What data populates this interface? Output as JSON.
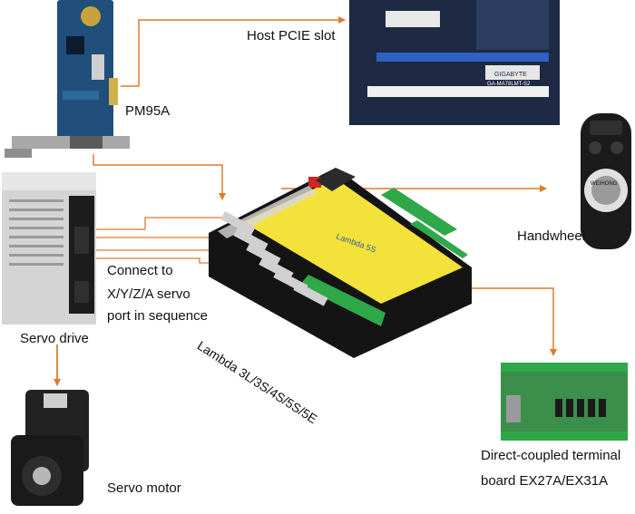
{
  "labels": {
    "host_pcie_slot": "Host PCIE slot",
    "pm95a": "PM95A",
    "handwheel": "Handwheel",
    "connect_line1": "Connect to",
    "connect_line2": "X/Y/Z/A servo",
    "connect_line3": "port in sequence",
    "servo_drive": "Servo drive",
    "servo_motor": "Servo motor",
    "lambda_models": "Lambda 3L/3S/4S/5S/5E",
    "terminal_line1": "Direct-coupled terminal",
    "terminal_line2": "board EX27A/EX31A"
  },
  "device_text": {
    "motherboard_brand": "GIGABYTE",
    "motherboard_model": "GA-MA78LMT-S2",
    "handwheel_brand": "WEIHONG",
    "controller_mark": "Lambda 5S"
  },
  "colors": {
    "arrow": "#e07a2c",
    "controller_body": "#f3e23a",
    "pcb_blue": "#1f4f7a",
    "pcb_green": "#3c8f4a",
    "terminal_green": "#2fa84a",
    "motherboard": "#1e2a44"
  }
}
